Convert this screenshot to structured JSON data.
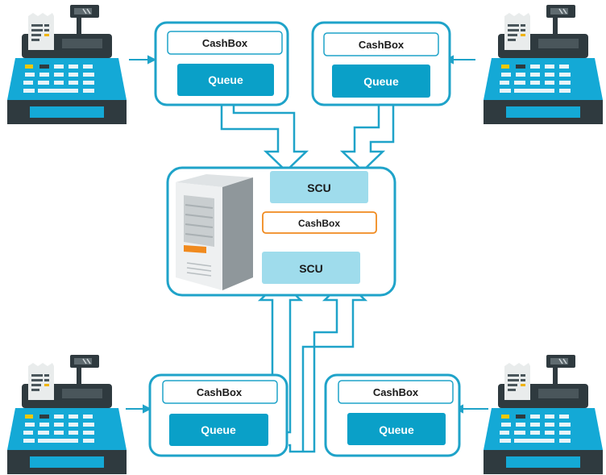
{
  "labels": {
    "cashbox": "CashBox",
    "queue": "Queue",
    "scu": "SCU"
  },
  "colors": {
    "line": "#1fa3c9",
    "queue_fill": "#0aa0c8",
    "scu_fill": "#9fdcec",
    "orange": "#f08a1e",
    "register_dark": "#2f3a3f",
    "register_blue": "#14a9d6"
  },
  "icons": {
    "register": "cash-register-icon",
    "server": "server-tower-icon"
  }
}
